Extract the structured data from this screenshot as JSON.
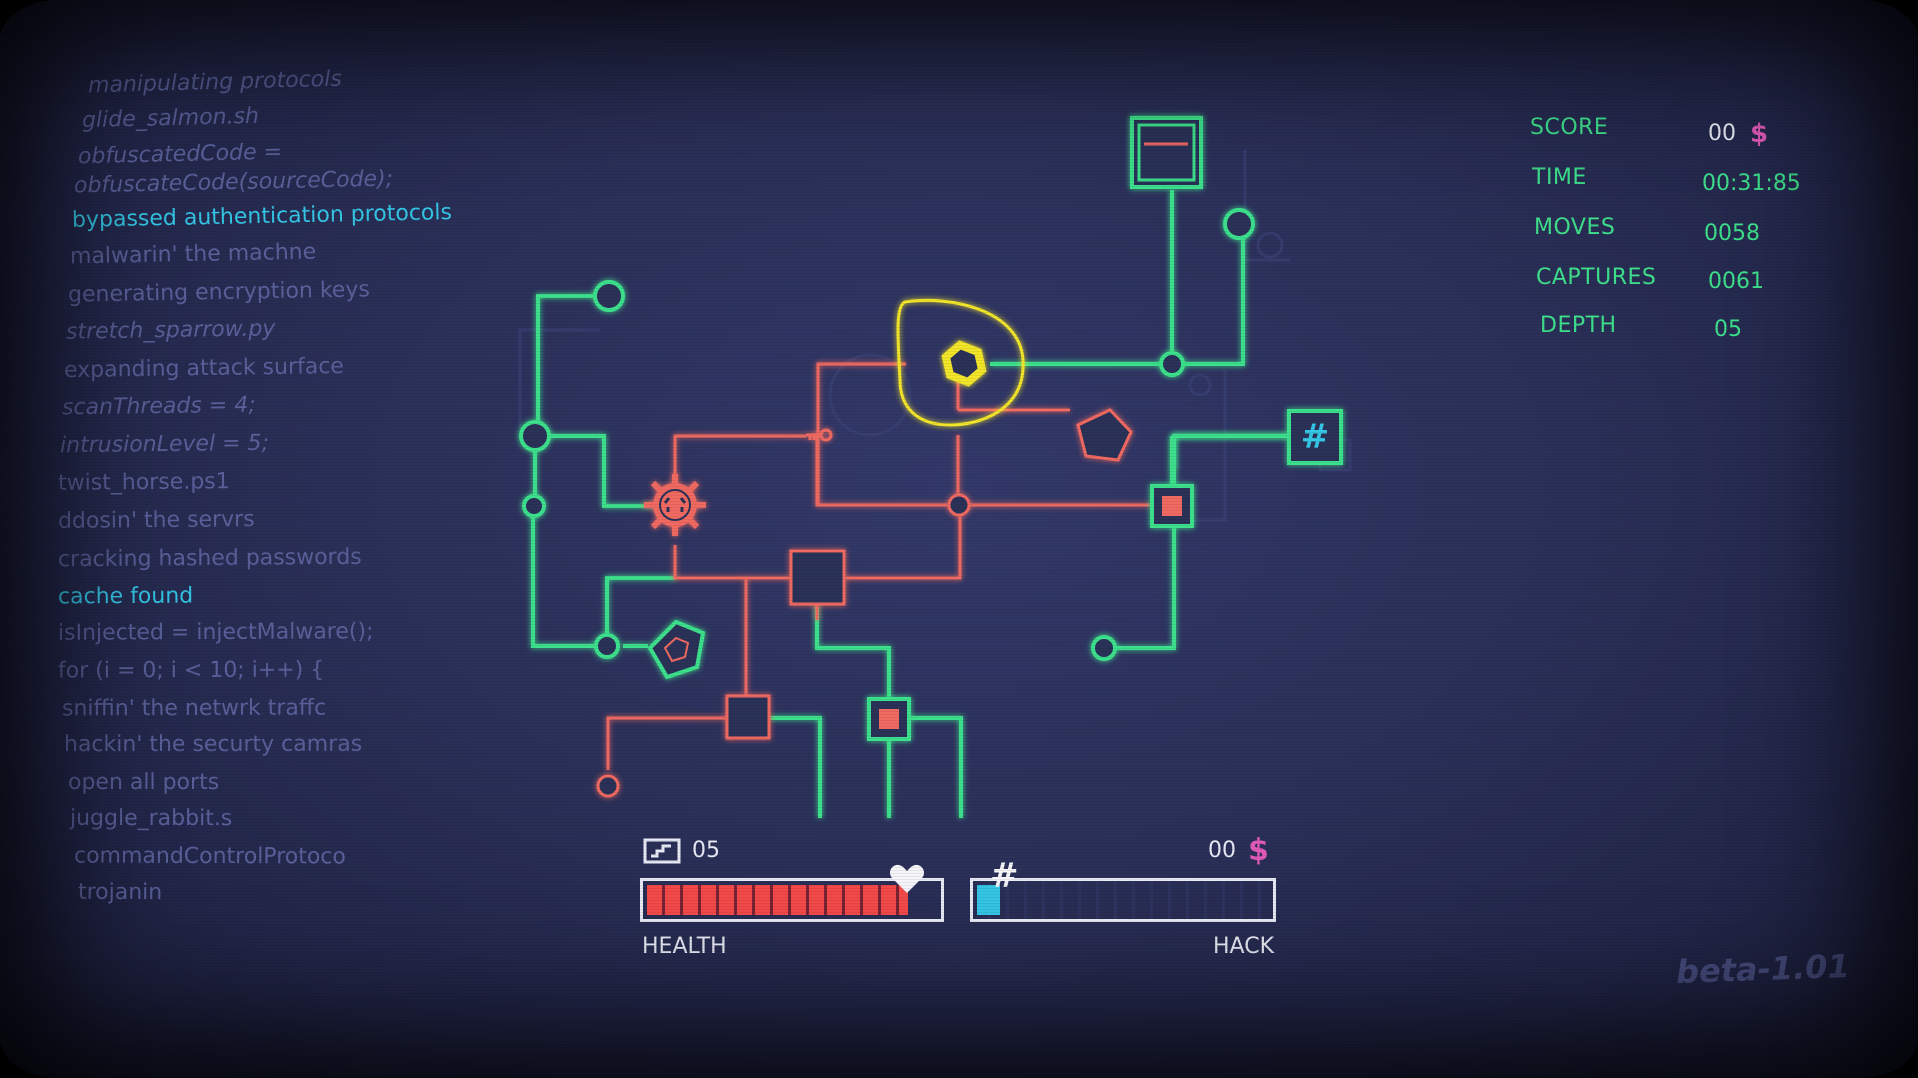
{
  "log": {
    "lines": [
      {
        "text": "manipulating protocols",
        "style": "it"
      },
      {
        "text": "glide_salmon.sh",
        "style": "it"
      },
      {
        "text": "obfuscatedCode =",
        "style": "it"
      },
      {
        "text": "obfuscateCode(sourceCode);",
        "style": "it"
      },
      {
        "text": "bypassed authentication protocols",
        "style": "hl"
      },
      {
        "text": "malwarin' the machne",
        "style": ""
      },
      {
        "text": "generating encryption keys",
        "style": ""
      },
      {
        "text": "stretch_sparrow.py",
        "style": "it"
      },
      {
        "text": "expanding attack surface",
        "style": ""
      },
      {
        "text": "scanThreads = 4;",
        "style": "it"
      },
      {
        "text": "intrusionLevel = 5;",
        "style": "it"
      },
      {
        "text": "twist_horse.ps1",
        "style": ""
      },
      {
        "text": "ddosin' the servrs",
        "style": ""
      },
      {
        "text": "cracking hashed passwords",
        "style": ""
      },
      {
        "text": "cache found",
        "style": "hl"
      },
      {
        "text": "isInjected = injectMalware();",
        "style": ""
      },
      {
        "text": "for (i = 0; i < 10; i++) {",
        "style": ""
      },
      {
        "text": "sniffin' the netwrk traffc",
        "style": ""
      },
      {
        "text": "hackin' the securty camras",
        "style": ""
      },
      {
        "text": "open all ports",
        "style": ""
      },
      {
        "text": "juggle_rabbit.s",
        "style": ""
      },
      {
        "text": "commandControlProtoco",
        "style": ""
      },
      {
        "text": "trojanin",
        "style": ""
      }
    ]
  },
  "stats": {
    "score_label": "SCORE",
    "score_value": "00",
    "time_label": "TIME",
    "time_value": "00:31:85",
    "moves_label": "MOVES",
    "moves_value": "0058",
    "captures_label": "CAPTURES",
    "captures_value": "0061",
    "depth_label": "DEPTH",
    "depth_value": "05"
  },
  "currency_symbol": "$",
  "hud": {
    "stairs_icon": "stairs-icon",
    "depth_count": "05",
    "money_count": "00",
    "health_label": "HEALTH",
    "hack_label": "HACK",
    "health_fraction": 0.9,
    "hack_fraction": 0.08
  },
  "board": {
    "hash_symbol": "#"
  },
  "version": "beta-1.01",
  "colors": {
    "green": "#3ee08c",
    "red": "#f06a62",
    "yellow": "#f2e52a",
    "cyan": "#35c6e6",
    "magenta": "#e05ab8"
  }
}
